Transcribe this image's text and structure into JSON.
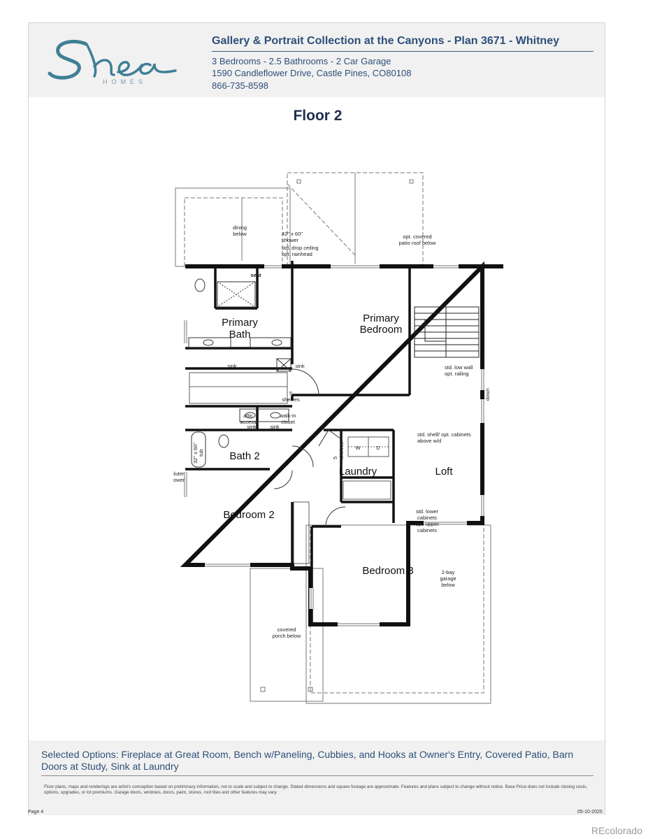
{
  "header": {
    "brand": "Shea",
    "brand_sub": "HOMES",
    "title": "Gallery & Portrait Collection at the Canyons - Plan 3671 - Whitney",
    "specs": "3 Bedrooms - 2.5 Bathrooms - 2 Car Garage",
    "address": "1590 Candleflower Drive, Castle Pines, CO80108",
    "phone": "866-735-8598"
  },
  "floor_title": "Floor 2",
  "plan": {
    "rooms": {
      "primary_bath": [
        "Primary",
        "Bath"
      ],
      "primary_bedroom": [
        "Primary",
        "Bedroom"
      ],
      "bath2": "Bath 2",
      "laundry": "Laundry",
      "loft": "Loft",
      "bedroom2": "Bedroom 2",
      "bedroom3": "Bedroom 3"
    },
    "notes": {
      "dining_below": [
        "dining",
        "below"
      ],
      "shower": [
        "42\" x 60\"",
        "shower"
      ],
      "drop_ceiling": [
        "std. drop ceiling",
        "opt. rainhead"
      ],
      "patio_roof": [
        "opt. covered",
        "patio roof below"
      ],
      "seat": "seat",
      "sink_left": "sink",
      "sink_right": "sink",
      "shelves_closet": [
        "5",
        "shelves"
      ],
      "attic_access": [
        "attic",
        "access"
      ],
      "walkin_closet": [
        "walk-in",
        "closet"
      ],
      "low_wall": [
        "std. low wall",
        "opt. railing"
      ],
      "down": "down",
      "shelf_cabinets": [
        "std. shelf/ opt. cabinets",
        "above w/d"
      ],
      "shelves_laundry": [
        "5",
        "shelves"
      ],
      "washer": "W",
      "dryer": "D",
      "sink_bath2_left": "sink",
      "sink_bath2_right": "sink",
      "tub": [
        "32\" x 60\"",
        "tub"
      ],
      "schluter": [
        "opt. schluter",
        "kerdi shower"
      ],
      "lower_cabinets": [
        "std. lower",
        "cabinets",
        "opt. upper",
        "cabinets"
      ],
      "garage_below": [
        "2-bay",
        "garage",
        "below"
      ],
      "porch_below": [
        "covered",
        "porch below"
      ]
    }
  },
  "footer": {
    "options": "Selected Options: Fireplace at Great Room, Bench w/Paneling, Cubbies, and Hooks at Owner's Entry, Covered Patio, Barn Doors at Study, Sink at Laundry",
    "disclaimer": "Floor plans, maps and renderings are artist's conception based on preliminary information, not to scale and subject to change. Stated dimensions and square footage are approximate. Features and plans subject to change without notice. Base Price does not include closing costs, options, upgrades, or lot premiums. Garage doors, windows, doors, paint, stones, roof tiles and other features may vary.",
    "page": "Page 4",
    "date": "05-10-2025"
  },
  "watermark": "REcolorado",
  "colors": {
    "brand_blue": "#2d4f78",
    "logo_teal": "#3f7f95",
    "title_navy": "#1f2f4f"
  }
}
